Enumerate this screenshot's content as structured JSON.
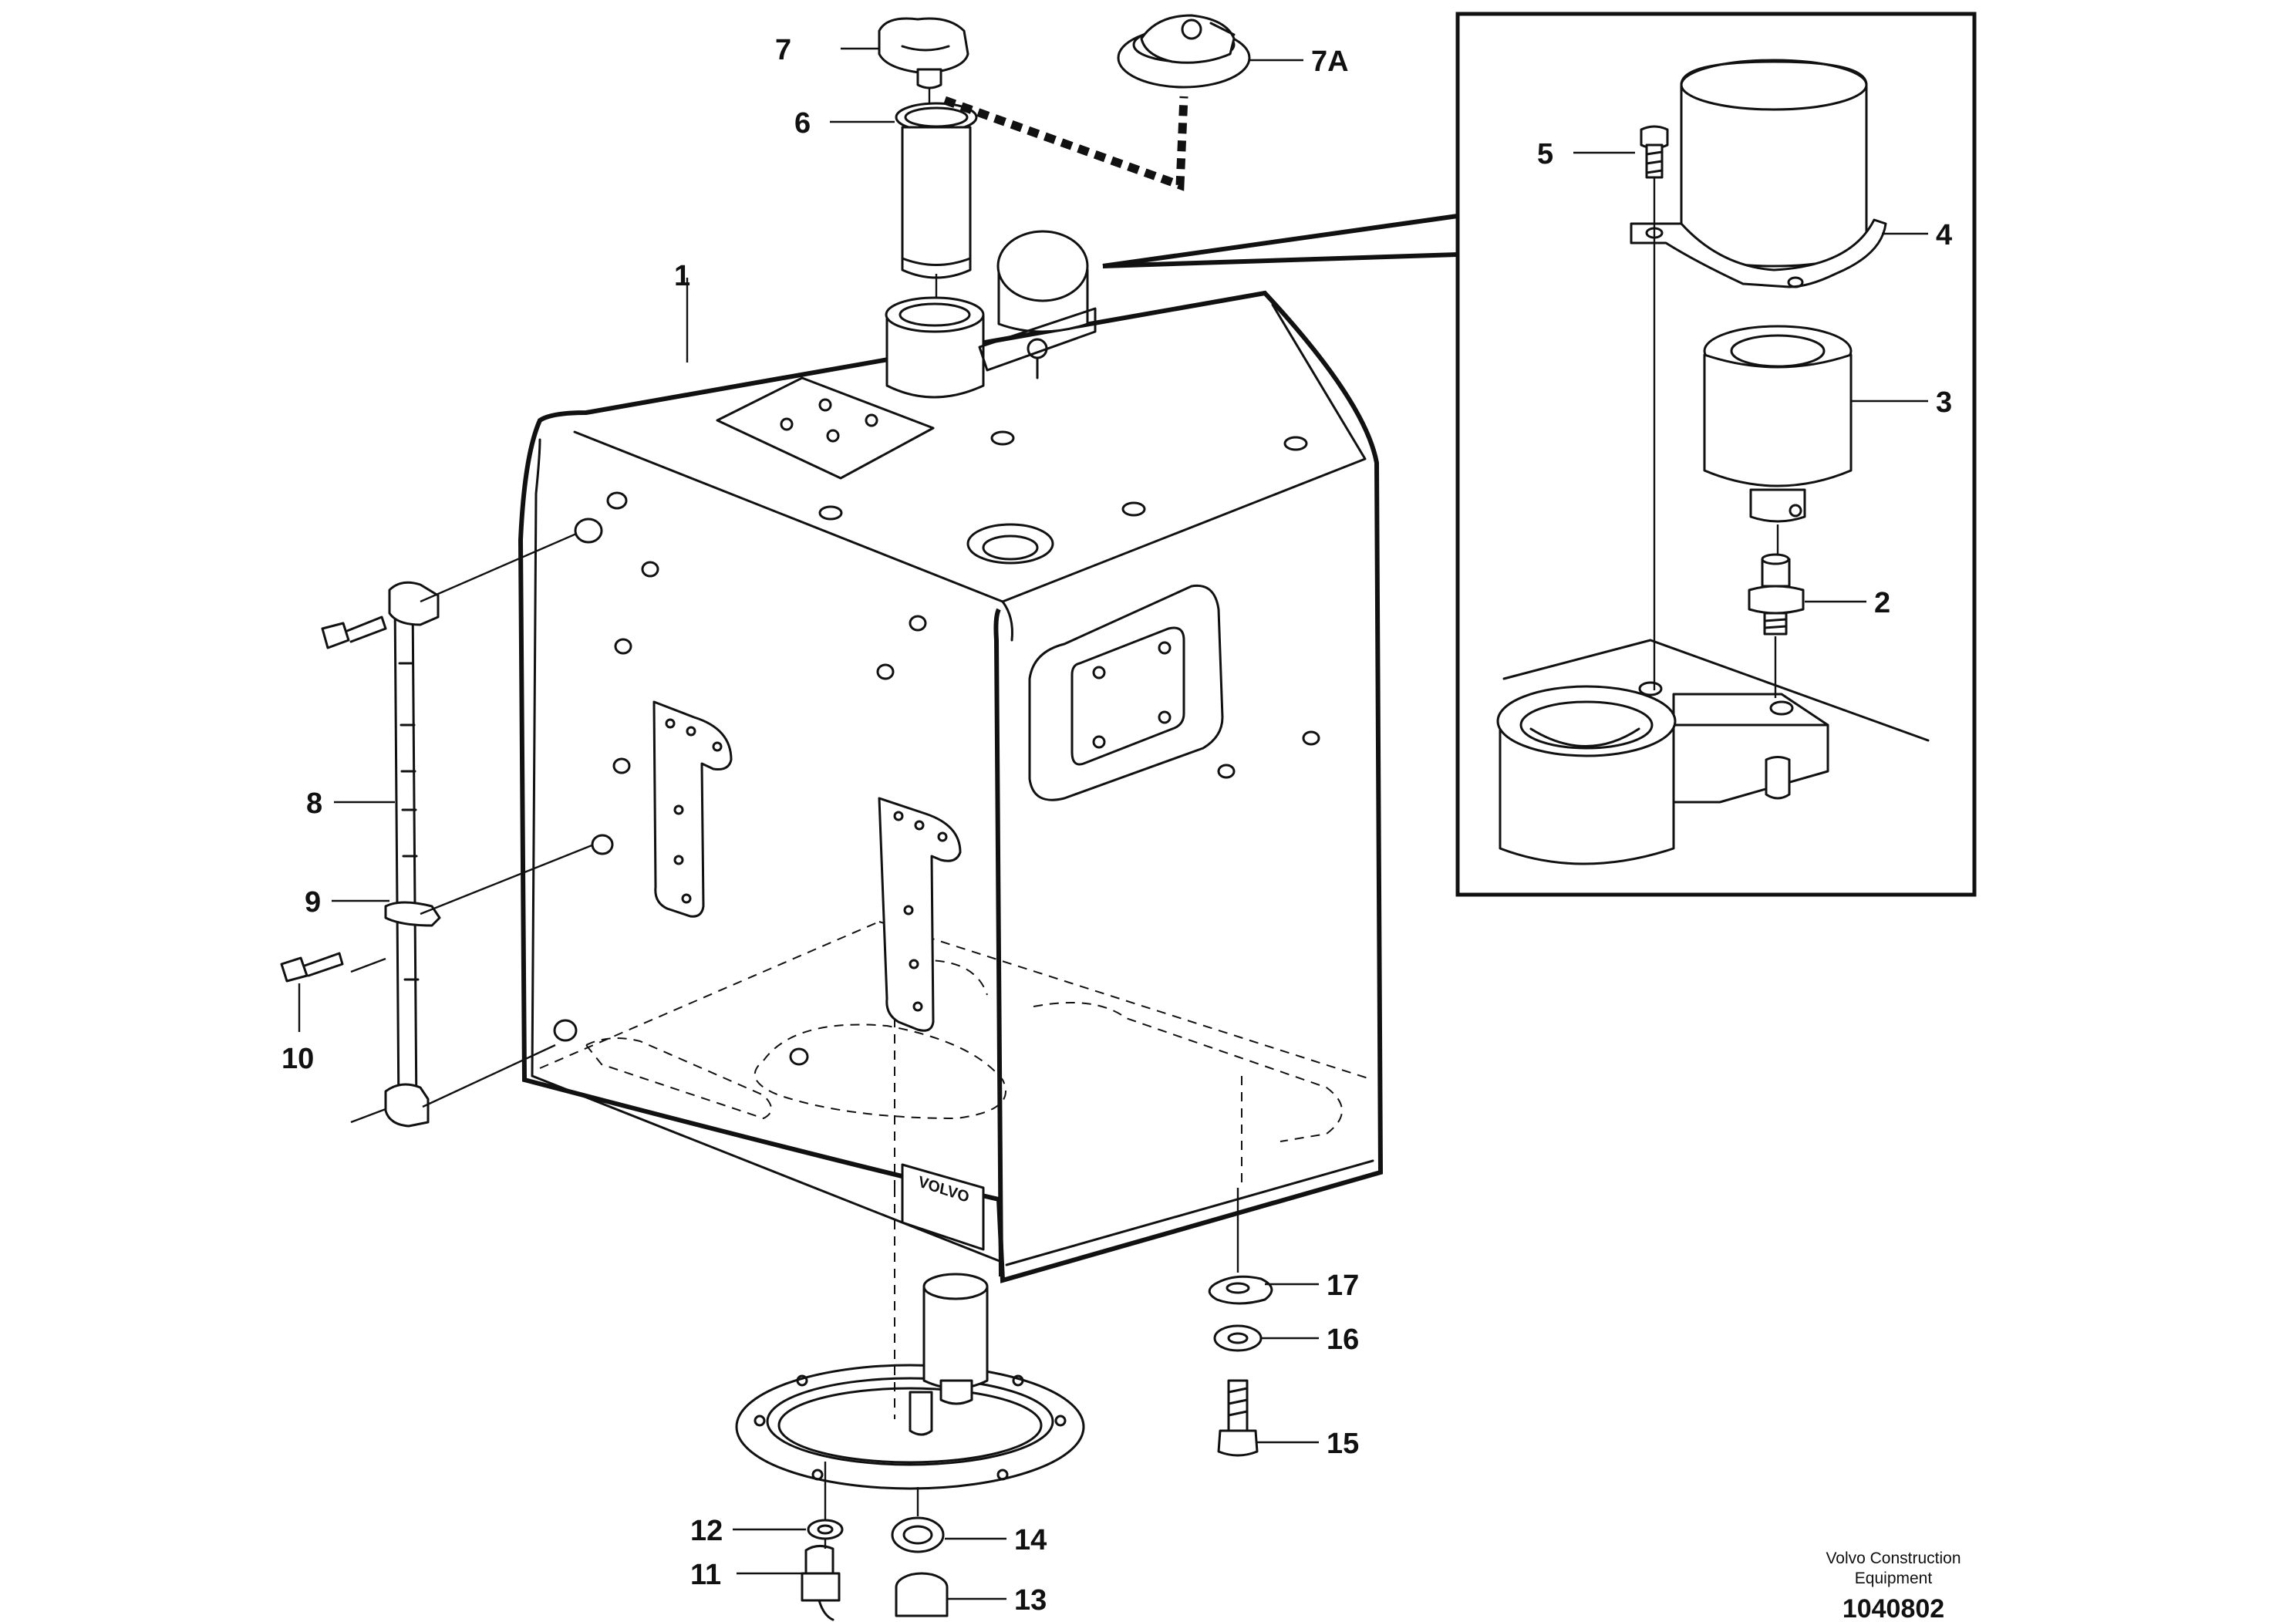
{
  "callouts": {
    "c1": "1",
    "c2": "2",
    "c3": "3",
    "c4": "4",
    "c5": "5",
    "c6": "6",
    "c7": "7",
    "c7a": "7A",
    "c8": "8",
    "c9": "9",
    "c10": "10",
    "c11": "11",
    "c12": "12",
    "c13": "13",
    "c14": "14",
    "c15": "15",
    "c16": "16",
    "c17": "17"
  },
  "footer": {
    "credit_line1": "Volvo Construction",
    "credit_line2": "Equipment",
    "doc_number": "1040802"
  },
  "plate_text": "VOLVO"
}
